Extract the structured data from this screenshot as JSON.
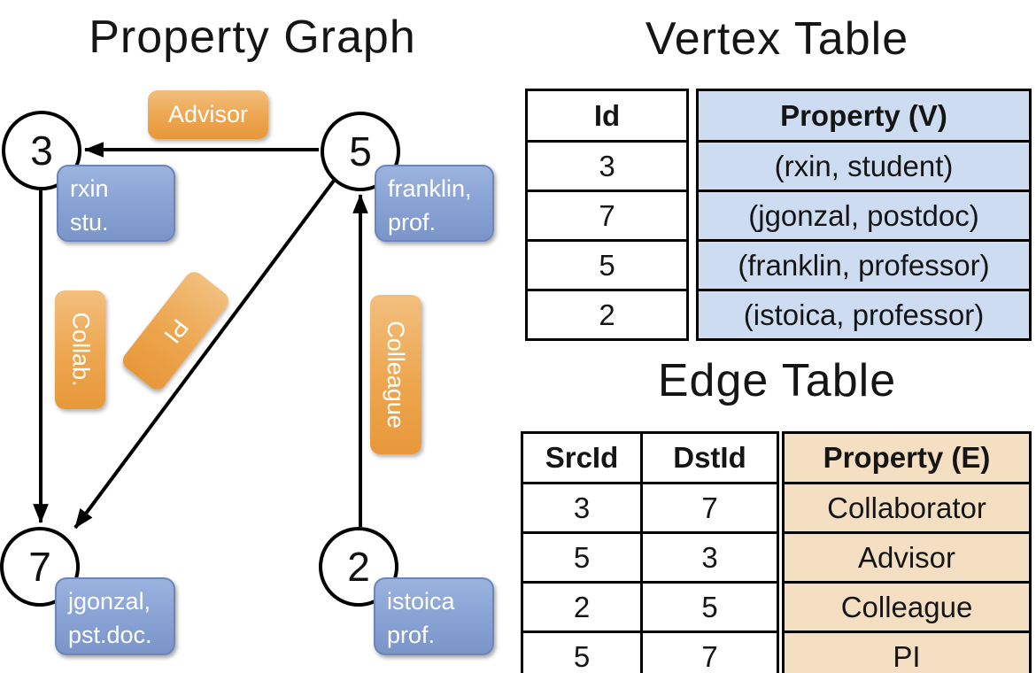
{
  "titles": {
    "graph": "Property Graph",
    "vertex": "Vertex Table",
    "edge": "Edge Table"
  },
  "graph": {
    "nodes": [
      {
        "id": "3",
        "lines": [
          "rxin",
          "stu."
        ]
      },
      {
        "id": "5",
        "lines": [
          "franklin,",
          "prof."
        ]
      },
      {
        "id": "7",
        "lines": [
          "jgonzal,",
          "pst.doc."
        ]
      },
      {
        "id": "2",
        "lines": [
          "istoica",
          "prof."
        ]
      }
    ],
    "edge_labels": {
      "advisor": "Advisor",
      "collab": "Collab.",
      "pi": "PI",
      "colleague": "Colleague"
    }
  },
  "vertex_table": {
    "headers": {
      "id": "Id",
      "property": "Property (V)"
    },
    "rows": [
      {
        "id": "3",
        "property": "(rxin, student)"
      },
      {
        "id": "7",
        "property": "(jgonzal, postdoc)"
      },
      {
        "id": "5",
        "property": "(franklin, professor)"
      },
      {
        "id": "2",
        "property": "(istoica, professor)"
      }
    ]
  },
  "edge_table": {
    "headers": {
      "src": "SrcId",
      "dst": "DstId",
      "property": "Property (E)"
    },
    "rows": [
      {
        "src": "3",
        "dst": "7",
        "property": "Collaborator"
      },
      {
        "src": "5",
        "dst": "3",
        "property": "Advisor"
      },
      {
        "src": "2",
        "dst": "5",
        "property": "Colleague"
      },
      {
        "src": "5",
        "dst": "7",
        "property": "PI"
      }
    ]
  },
  "colors": {
    "edge_label_orange": "#eda64f",
    "vertex_label_blue": "#8aa4d6",
    "vertex_property_cell": "#cedcf2",
    "edge_property_cell": "#f5dfc3",
    "line": "#000000"
  }
}
